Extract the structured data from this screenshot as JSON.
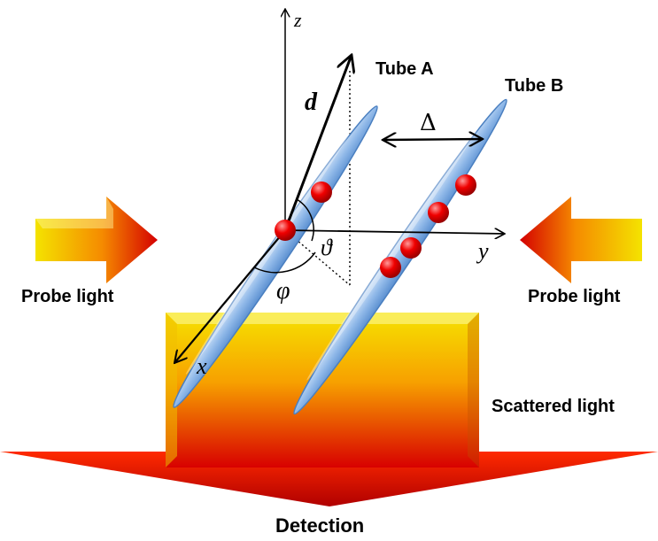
{
  "labels": {
    "tube_a": "Tube A",
    "tube_b": "Tube B",
    "probe_left": "Probe light",
    "probe_right": "Probe light",
    "scattered": "Scattered light",
    "detection": "Detection"
  },
  "axes": {
    "z": "z",
    "y": "y",
    "x": "x"
  },
  "symbols": {
    "d": "d",
    "delta": "Δ",
    "theta": "ϑ",
    "phi": "φ"
  },
  "colors": {
    "tube_fill": "#8fb8e8",
    "tube_edge": "#4a7fc0",
    "particle": "#e00000",
    "arrow_light": "#f5e000",
    "arrow_dark": "#d40000"
  }
}
